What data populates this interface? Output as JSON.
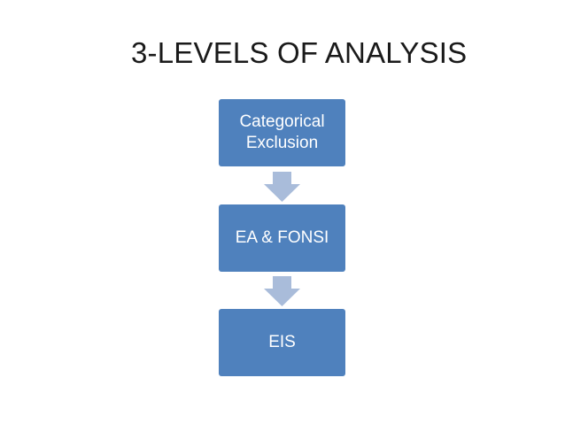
{
  "slide": {
    "title": "3-LEVELS OF ANALYSIS"
  },
  "flow": {
    "steps": [
      {
        "label": "Categorical\nExclusion"
      },
      {
        "label": "EA & FONSI"
      },
      {
        "label": "EIS"
      }
    ],
    "box_color": "#4f81bd",
    "arrow_color": "#a9bcda",
    "text_color": "#ffffff"
  }
}
